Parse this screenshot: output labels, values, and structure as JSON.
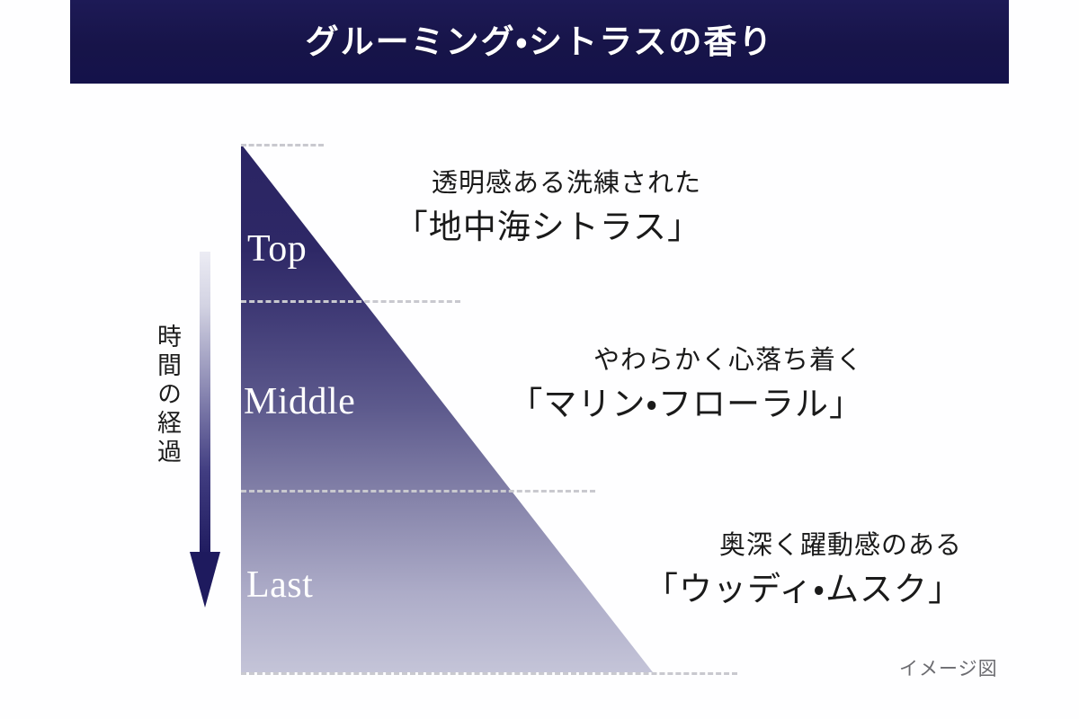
{
  "header": {
    "title": "グルーミング・シトラスの香り",
    "background_color": "#1a1750",
    "text_color": "#ffffff"
  },
  "axis": {
    "label": "時間の経過",
    "icon": "down-arrow-icon",
    "direction": "downward",
    "gradient_from": "#e9e9f2",
    "gradient_to": "#1e1a5e"
  },
  "pyramid": {
    "shape": "right-triangle",
    "gradient_top": "#2a2463",
    "gradient_mid": "#5b5788",
    "gradient_bottom": "#c3c3d8",
    "divider_color": "#c9c9cf",
    "stages": [
      {
        "label": "Top",
        "lead": "透明感ある洗練された",
        "name": "「地中海シトラス」"
      },
      {
        "label": "Middle",
        "lead": "やわらかく心落ち着く",
        "name": "「マリン・フローラル」"
      },
      {
        "label": "Last",
        "lead": "奥深く躍動感のある",
        "name": "「ウッディ・ムスク」"
      }
    ]
  },
  "caption": {
    "text": "イメージ図",
    "color": "#6b6b70"
  }
}
